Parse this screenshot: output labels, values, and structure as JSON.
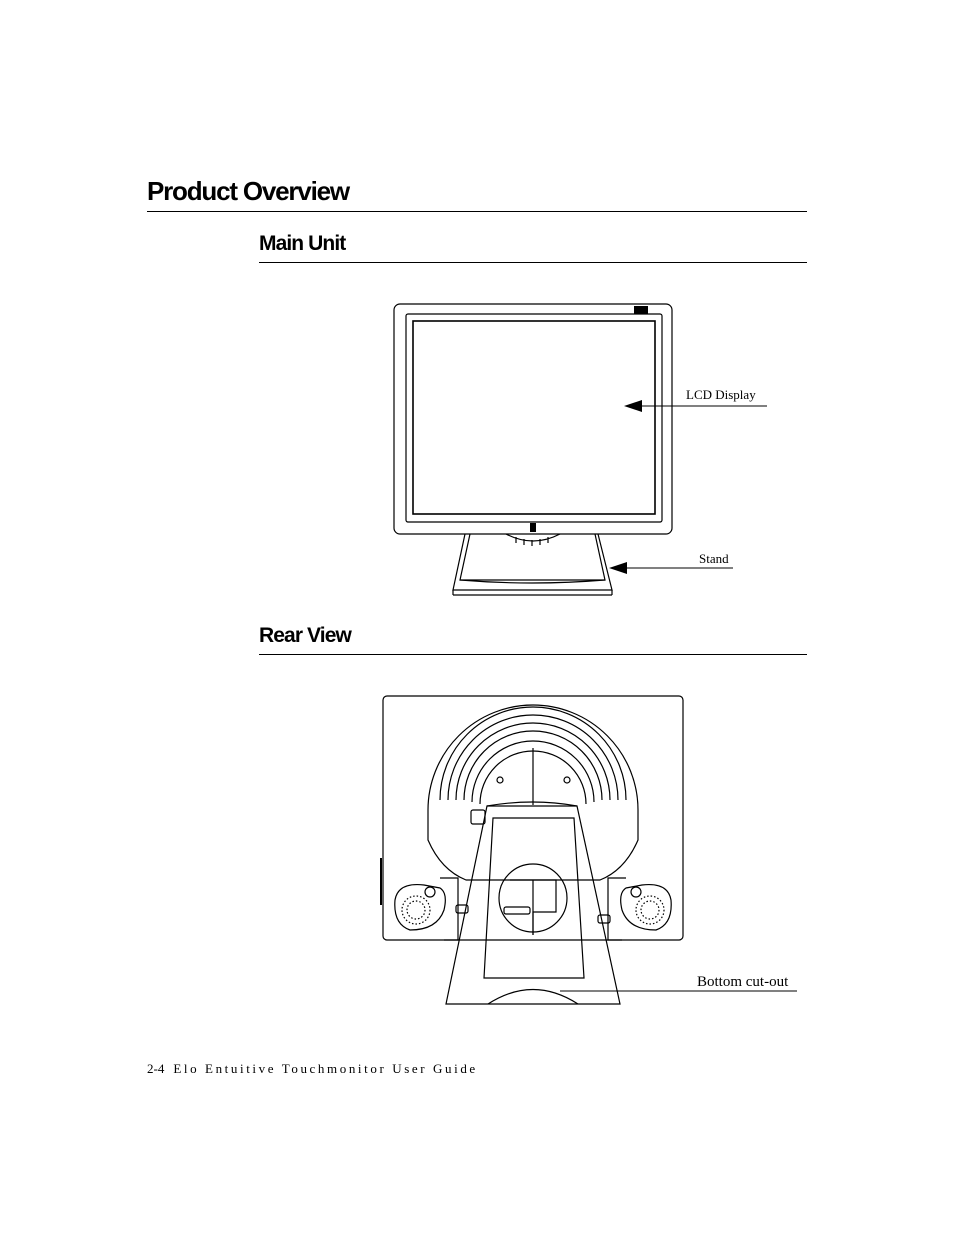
{
  "headings": {
    "page_title": "Product Overview",
    "main_unit": "Main Unit",
    "rear_view": "Rear View"
  },
  "callouts": {
    "lcd_display": "LCD Display",
    "stand": "Stand",
    "bottom_cutout": "Bottom cut-out"
  },
  "footer": {
    "page_number": "2-4",
    "guide_title": "Elo Entuitive Touchmonitor User Guide"
  }
}
